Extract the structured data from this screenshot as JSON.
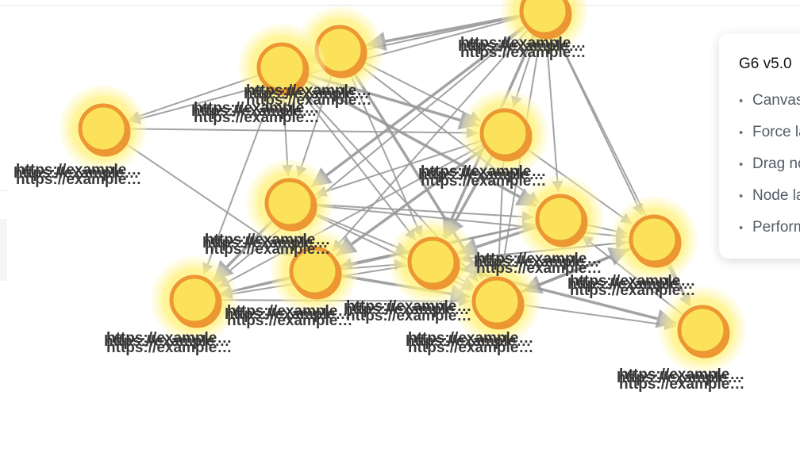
{
  "panel": {
    "title": "G6 v5.0",
    "items": [
      "Canvas rendering",
      "Force layout",
      "Drag nodes",
      "Node labels",
      "Performance"
    ]
  },
  "graph": {
    "label": "https://example…",
    "colors": {
      "node_fill": "#fbe25a",
      "node_stroke": "#ec9732",
      "halo": "#fff176",
      "edge": "#999999",
      "label": "#333333"
    }
  }
}
